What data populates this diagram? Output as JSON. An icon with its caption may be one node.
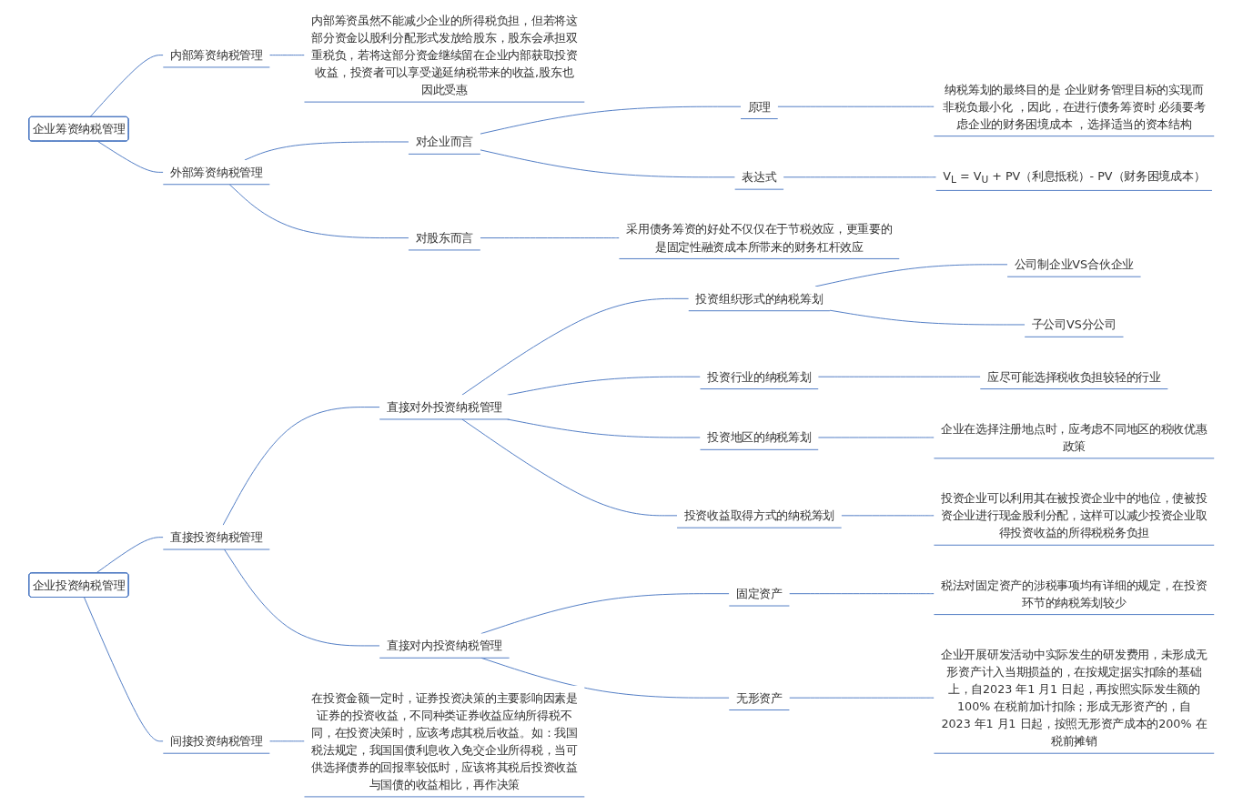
{
  "diagram": {
    "nodes": [
      {
        "text": [
          "企业筹资纳税管理"
        ]
      },
      {
        "text": [
          "内部筹资纳税管理"
        ]
      },
      {
        "text": [
          "内部筹资虽然不能减少企业的所得税负担，但若将这部分资金以股利分配形式发放给股东，股东会承担双重税负，若将这部分资金继续留在企业内部获取投资收益，投资者可以享受递延纳税带来的收益,股东也因此受惠"
        ]
      },
      {
        "text": [
          "外部筹资纳税管理"
        ]
      },
      {
        "text": [
          "对企业而言"
        ]
      },
      {
        "text": [
          "原理"
        ]
      },
      {
        "text": [
          "纳税筹划的最终目的是 企业财务管理目标的实现而非税负最小化 ，因此，在进行债务筹资时 必须要考虑企业的财务困境成本 ，选择适当的资本结构"
        ]
      },
      {
        "text": [
          "表达式"
        ]
      },
      {
        "text": [
          "V$_{L}$ = V$_{U}$ + PV（利息抵税）- PV（财务困境成本）"
        ]
      },
      {
        "text": [
          "对股东而言"
        ]
      },
      {
        "text": [
          "采用债务筹资的好处不仅仅在于节税效应，更重要的是固定性融资成本所带来的财务杠杆效应"
        ]
      },
      {
        "text": [
          "企业投资纳税管理"
        ]
      },
      {
        "text": [
          "直接投资纳税管理"
        ]
      },
      {
        "text": [
          "直接对外投资纳税管理"
        ]
      },
      {
        "text": [
          "投资组织形式的纳税筹划"
        ]
      },
      {
        "text": [
          "公司制企业VS合伙企业"
        ]
      },
      {
        "text": [
          "子公司VS分公司"
        ]
      },
      {
        "text": [
          "投资行业的纳税筹划"
        ]
      },
      {
        "text": [
          "应尽可能选择税收负担较轻的行业"
        ]
      },
      {
        "text": [
          "投资地区的纳税筹划"
        ]
      },
      {
        "text": [
          "企业在选择注册地点时，应考虑不同地区的税收优惠政策"
        ]
      },
      {
        "text": [
          "投资收益取得方式的纳税筹划"
        ]
      },
      {
        "text": [
          "投资企业可以利用其在被投资企业中的地位，使被投资企业进行现金股利分配，这样可以减少投资企业取得投资收益的所得税税务负担"
        ]
      },
      {
        "text": [
          "直接对内投资纳税管理"
        ]
      },
      {
        "text": [
          "固定资产"
        ]
      },
      {
        "text": [
          "税法对固定资产的涉税事项均有详细的规定，在投资环节的纳税筹划较少"
        ]
      },
      {
        "text": [
          "无形资产"
        ]
      },
      {
        "text": [
          "企业开展研发活动中实际发生的研发费用，未形成无形资产计入当期损益的，在按规定据实扣除的基础上，自2023 年1 月1 日起，再按照实际发生额的100% 在税前加计扣除；形成无形资产的，自2023 年1 月1 日起，按照无形资产成本的200% 在税前摊销"
        ]
      },
      {
        "text": [
          "间接投资纳税管理"
        ]
      },
      {
        "text": [
          "在投资金额一定时，证券投资决策的主要影响因素是证券的投资收益，不同种类证券收益应纳所得税不同，在投资决策时，应该考虑其税后收益。如：我国税法规定，我国国债利息收入免交企业所得税，当可供选择债券的回报率较低时，应该将其税后投资收益与国债的收益相比，再作决策"
        ]
      }
    ],
    "edges": [
      {
        "from": 0,
        "to": 1,
        "arrow": "none"
      },
      {
        "from": 1,
        "to": 2,
        "arrow": "none"
      },
      {
        "from": 0,
        "to": 3,
        "arrow": "none"
      },
      {
        "from": 3,
        "to": 4,
        "arrow": "none"
      },
      {
        "from": 4,
        "to": 5,
        "arrow": "none"
      },
      {
        "from": 5,
        "to": 6,
        "arrow": "none"
      },
      {
        "from": 4,
        "to": 7,
        "arrow": "none"
      },
      {
        "from": 7,
        "to": 8,
        "arrow": "none"
      },
      {
        "from": 3,
        "to": 9,
        "arrow": "none"
      },
      {
        "from": 9,
        "to": 10,
        "arrow": "none"
      },
      {
        "from": 11,
        "to": 12,
        "arrow": "none"
      },
      {
        "from": 12,
        "to": 13,
        "arrow": "none"
      },
      {
        "from": 13,
        "to": 14,
        "arrow": "none"
      },
      {
        "from": 14,
        "to": 15,
        "arrow": "none"
      },
      {
        "from": 14,
        "to": 16,
        "arrow": "none"
      },
      {
        "from": 13,
        "to": 17,
        "arrow": "none"
      },
      {
        "from": 17,
        "to": 18,
        "arrow": "none"
      },
      {
        "from": 13,
        "to": 19,
        "arrow": "none"
      },
      {
        "from": 19,
        "to": 20,
        "arrow": "none"
      },
      {
        "from": 13,
        "to": 21,
        "arrow": "none"
      },
      {
        "from": 21,
        "to": 22,
        "arrow": "none"
      },
      {
        "from": 12,
        "to": 23,
        "arrow": "none"
      },
      {
        "from": 23,
        "to": 24,
        "arrow": "none"
      },
      {
        "from": 24,
        "to": 25,
        "arrow": "none"
      },
      {
        "from": 23,
        "to": 26,
        "arrow": "none"
      },
      {
        "from": 26,
        "to": 27,
        "arrow": "none"
      },
      {
        "from": 11,
        "to": 28,
        "arrow": "none"
      },
      {
        "from": 28,
        "to": 29,
        "arrow": "none"
      }
    ]
  }
}
